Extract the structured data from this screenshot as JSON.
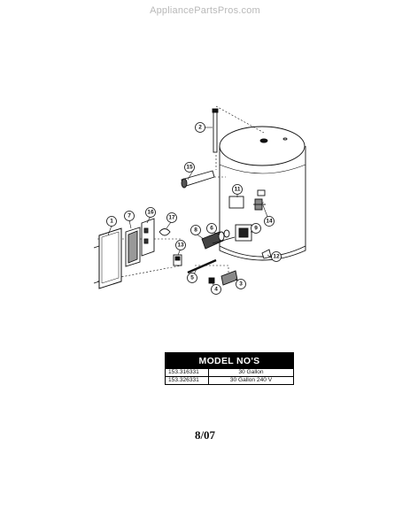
{
  "watermark": "AppliancePartsPros.com",
  "callouts": [
    "1",
    "2",
    "3",
    "4",
    "5",
    "6",
    "7",
    "8",
    "9",
    "11",
    "12",
    "13",
    "14",
    "15",
    "16",
    "17"
  ],
  "model_table": {
    "header": "MODEL NO'S",
    "rows": [
      {
        "model": "153.316331",
        "desc": "30 Gallon"
      },
      {
        "model": "153.326331",
        "desc": "30 Gallon 240 V"
      }
    ]
  },
  "date_code": "8/07"
}
